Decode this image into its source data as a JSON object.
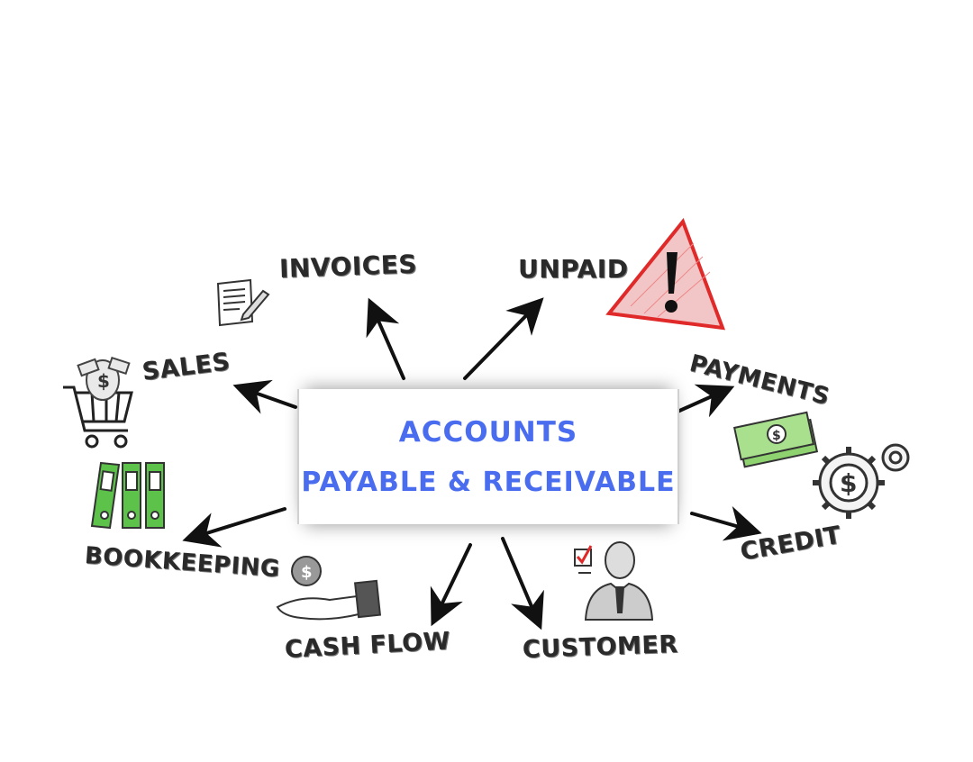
{
  "center": {
    "line1": "ACCOUNTS",
    "line2": "PAYABLE & RECEIVABLE",
    "color": "#4a6df0"
  },
  "nodes": {
    "invoices": "INVOICES",
    "unpaid": "UNPAID",
    "sales": "SALES",
    "payments": "PAYMENTS",
    "bookkeeping": "BOOKKEEPING",
    "credit": "CREDIT",
    "cash_flow": "CASH FLOW",
    "customer": "CUSTOMER"
  },
  "icons": {
    "invoices": "document-pencil-icon",
    "unpaid": "warning-triangle-icon",
    "sales": "shopping-cart-icon",
    "payments": "banknotes-icon",
    "credit": "dollar-gears-icon",
    "bookkeeping": "binders-icon",
    "cash_flow": "coin-hand-icon",
    "customer": "businessman-checkbox-icon"
  },
  "colors": {
    "warning_red": "#e02a2a",
    "binder_green": "#5cc24a",
    "money_green": "#8ed36f",
    "text_dark": "#2a2a2a"
  }
}
